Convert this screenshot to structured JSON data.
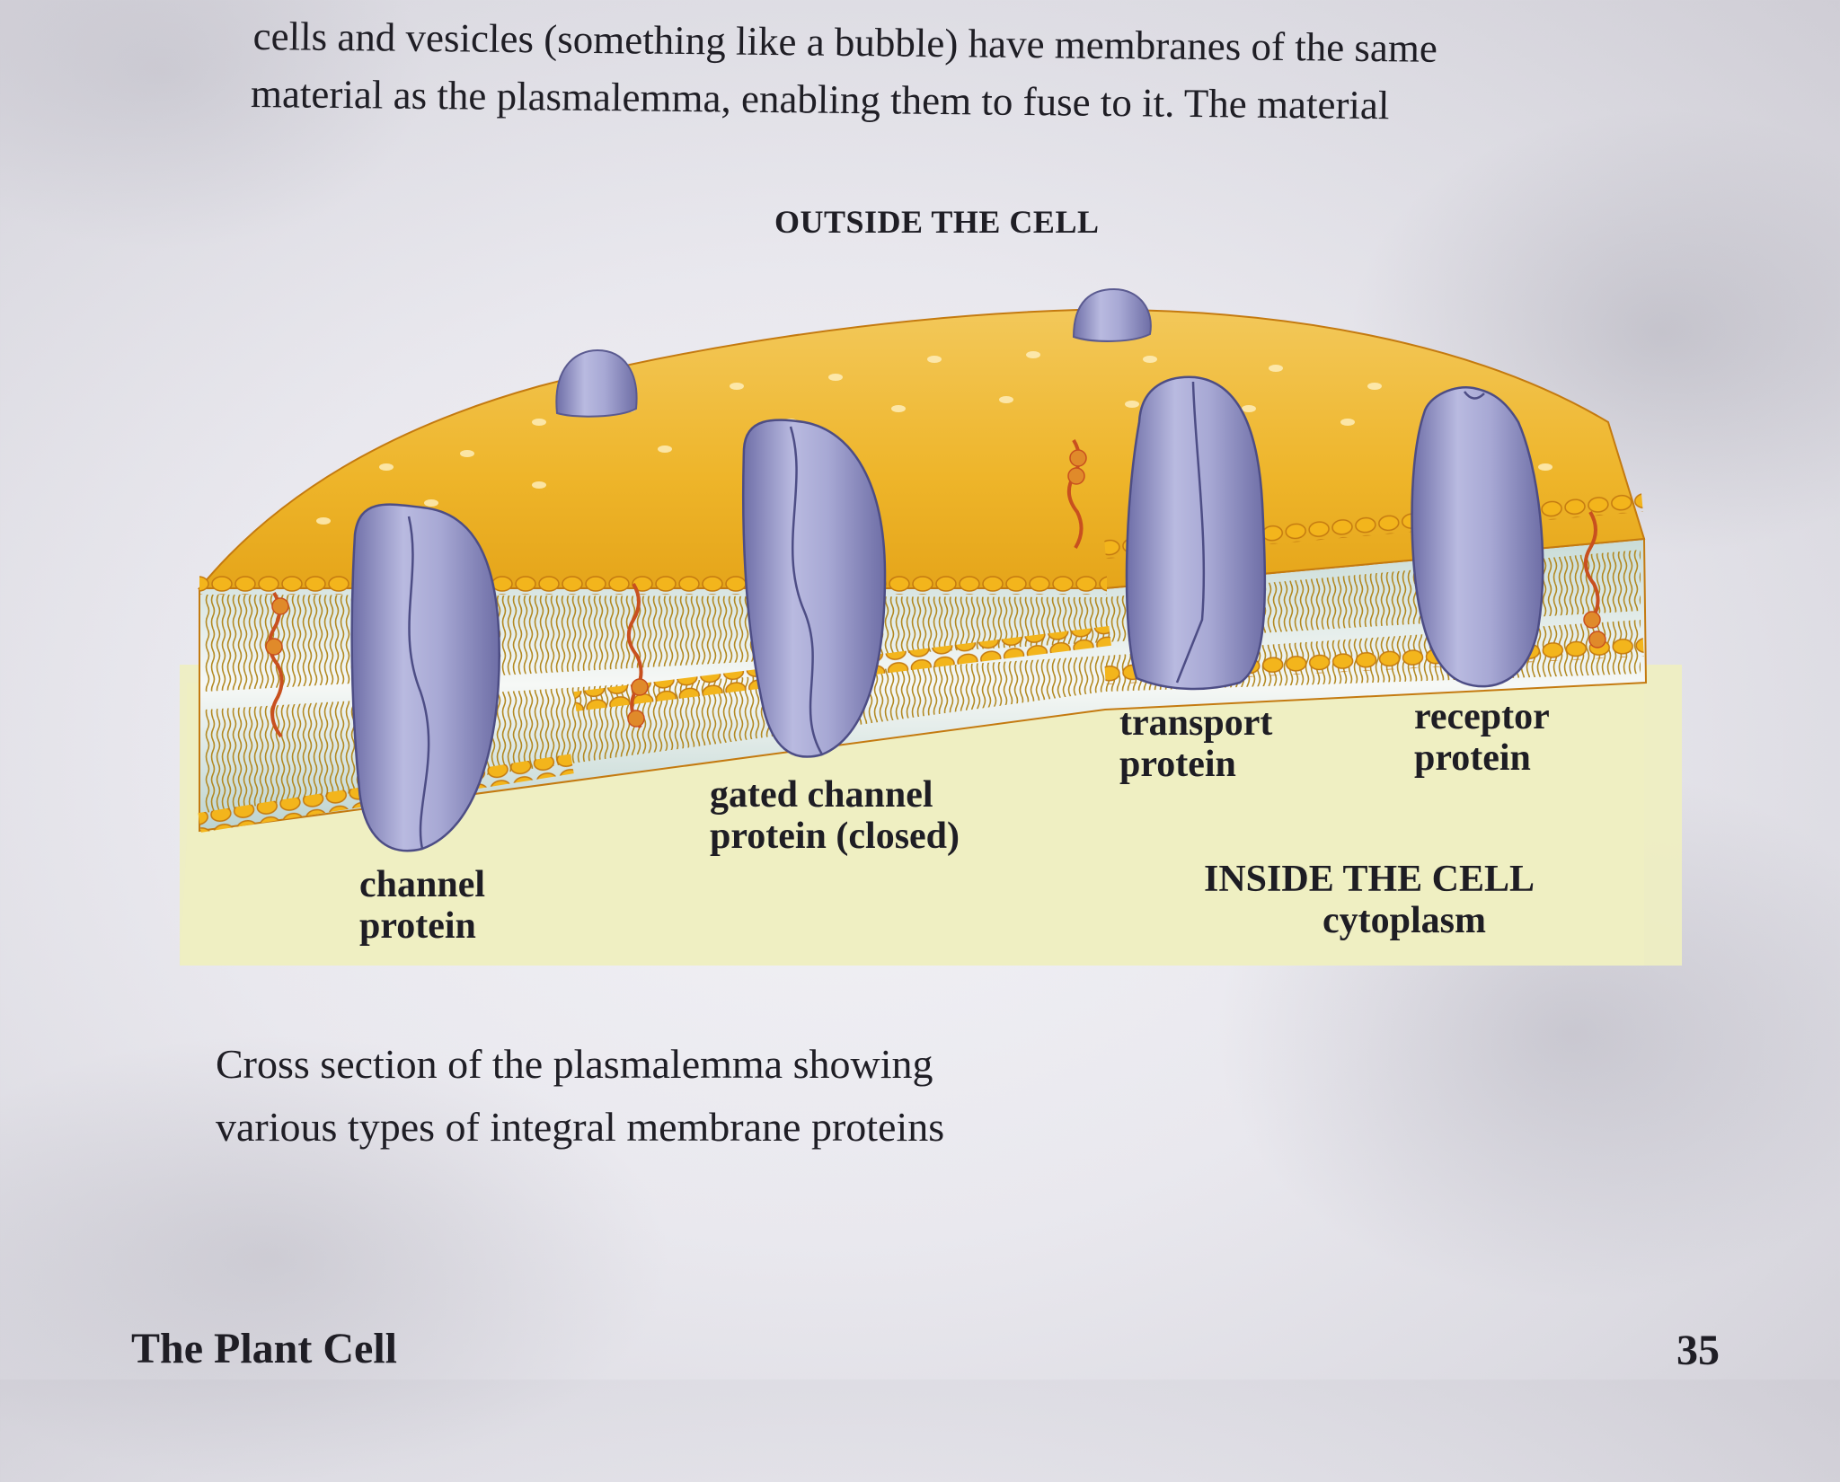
{
  "page": {
    "body_text_lines": [
      "cells and vesicles (something like a bubble) have membranes of the same",
      "material as the plasmalemma, enabling them to fuse to it. The material"
    ],
    "footer_title": "The Plant Cell",
    "page_number": "35"
  },
  "figure": {
    "outside_label": "OUTSIDE THE CELL",
    "labels": {
      "channel": [
        "channel",
        "protein"
      ],
      "gated": [
        "gated channel",
        "protein (closed)"
      ],
      "transport": [
        "transport",
        "protein"
      ],
      "receptor": [
        "receptor",
        "protein"
      ],
      "inside": [
        "INSIDE THE CELL",
        "cytoplasm"
      ]
    },
    "caption_lines": [
      "Cross section of the plasmalemma showing",
      "various types of integral membrane proteins"
    ],
    "colors": {
      "lipid_head": "#f2b21e",
      "lipid_top_surface": "#efbb2c",
      "protein": "#a6a7d2",
      "cytoplasm": "#eeeec2",
      "carbohydrate_chain": "#c8501f"
    }
  }
}
